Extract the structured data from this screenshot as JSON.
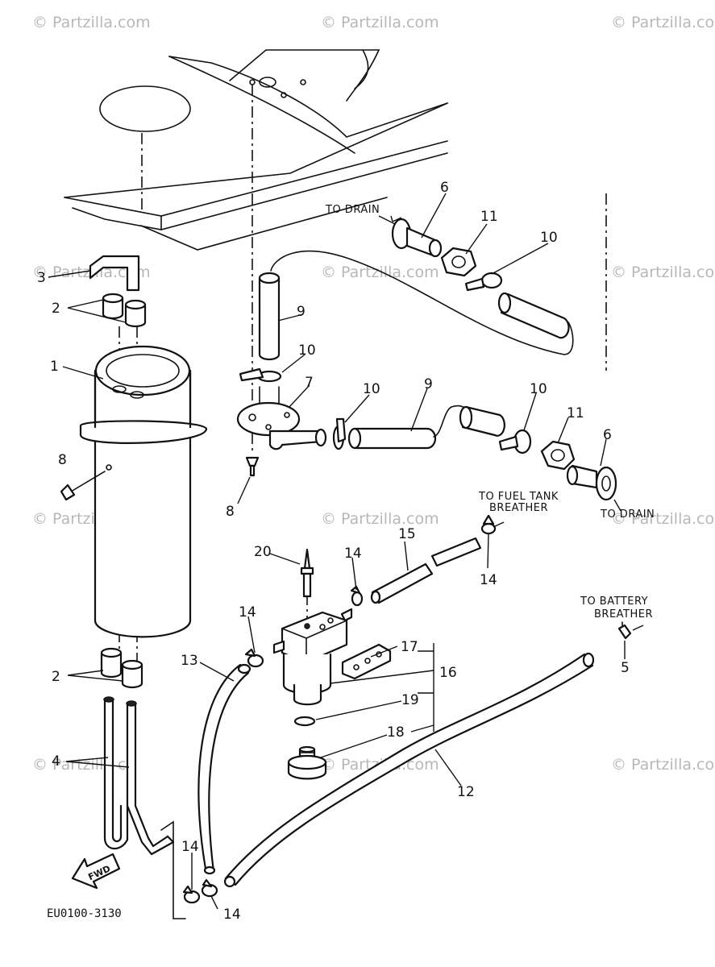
{
  "watermark": "© Partzilla.com",
  "diagram_code": "EU0100-3130",
  "fwd_label": "FWD",
  "notes": {
    "to_drain": "TO DRAIN",
    "fuel_tank_line1": "TO FUEL TANK",
    "fuel_tank_line2": "BREATHER",
    "battery_line1": "TO BATTERY",
    "battery_line2": "BREATHER"
  },
  "callouts": {
    "n1": "1",
    "n2": "2",
    "n3": "3",
    "n4": "4",
    "n5": "5",
    "n6": "6",
    "n7": "7",
    "n8": "8",
    "n9": "9",
    "n10": "10",
    "n11": "11",
    "n12": "12",
    "n13": "13",
    "n14": "14",
    "n15": "15",
    "n16": "16",
    "n17": "17",
    "n18": "18",
    "n19": "19",
    "n20": "20"
  }
}
